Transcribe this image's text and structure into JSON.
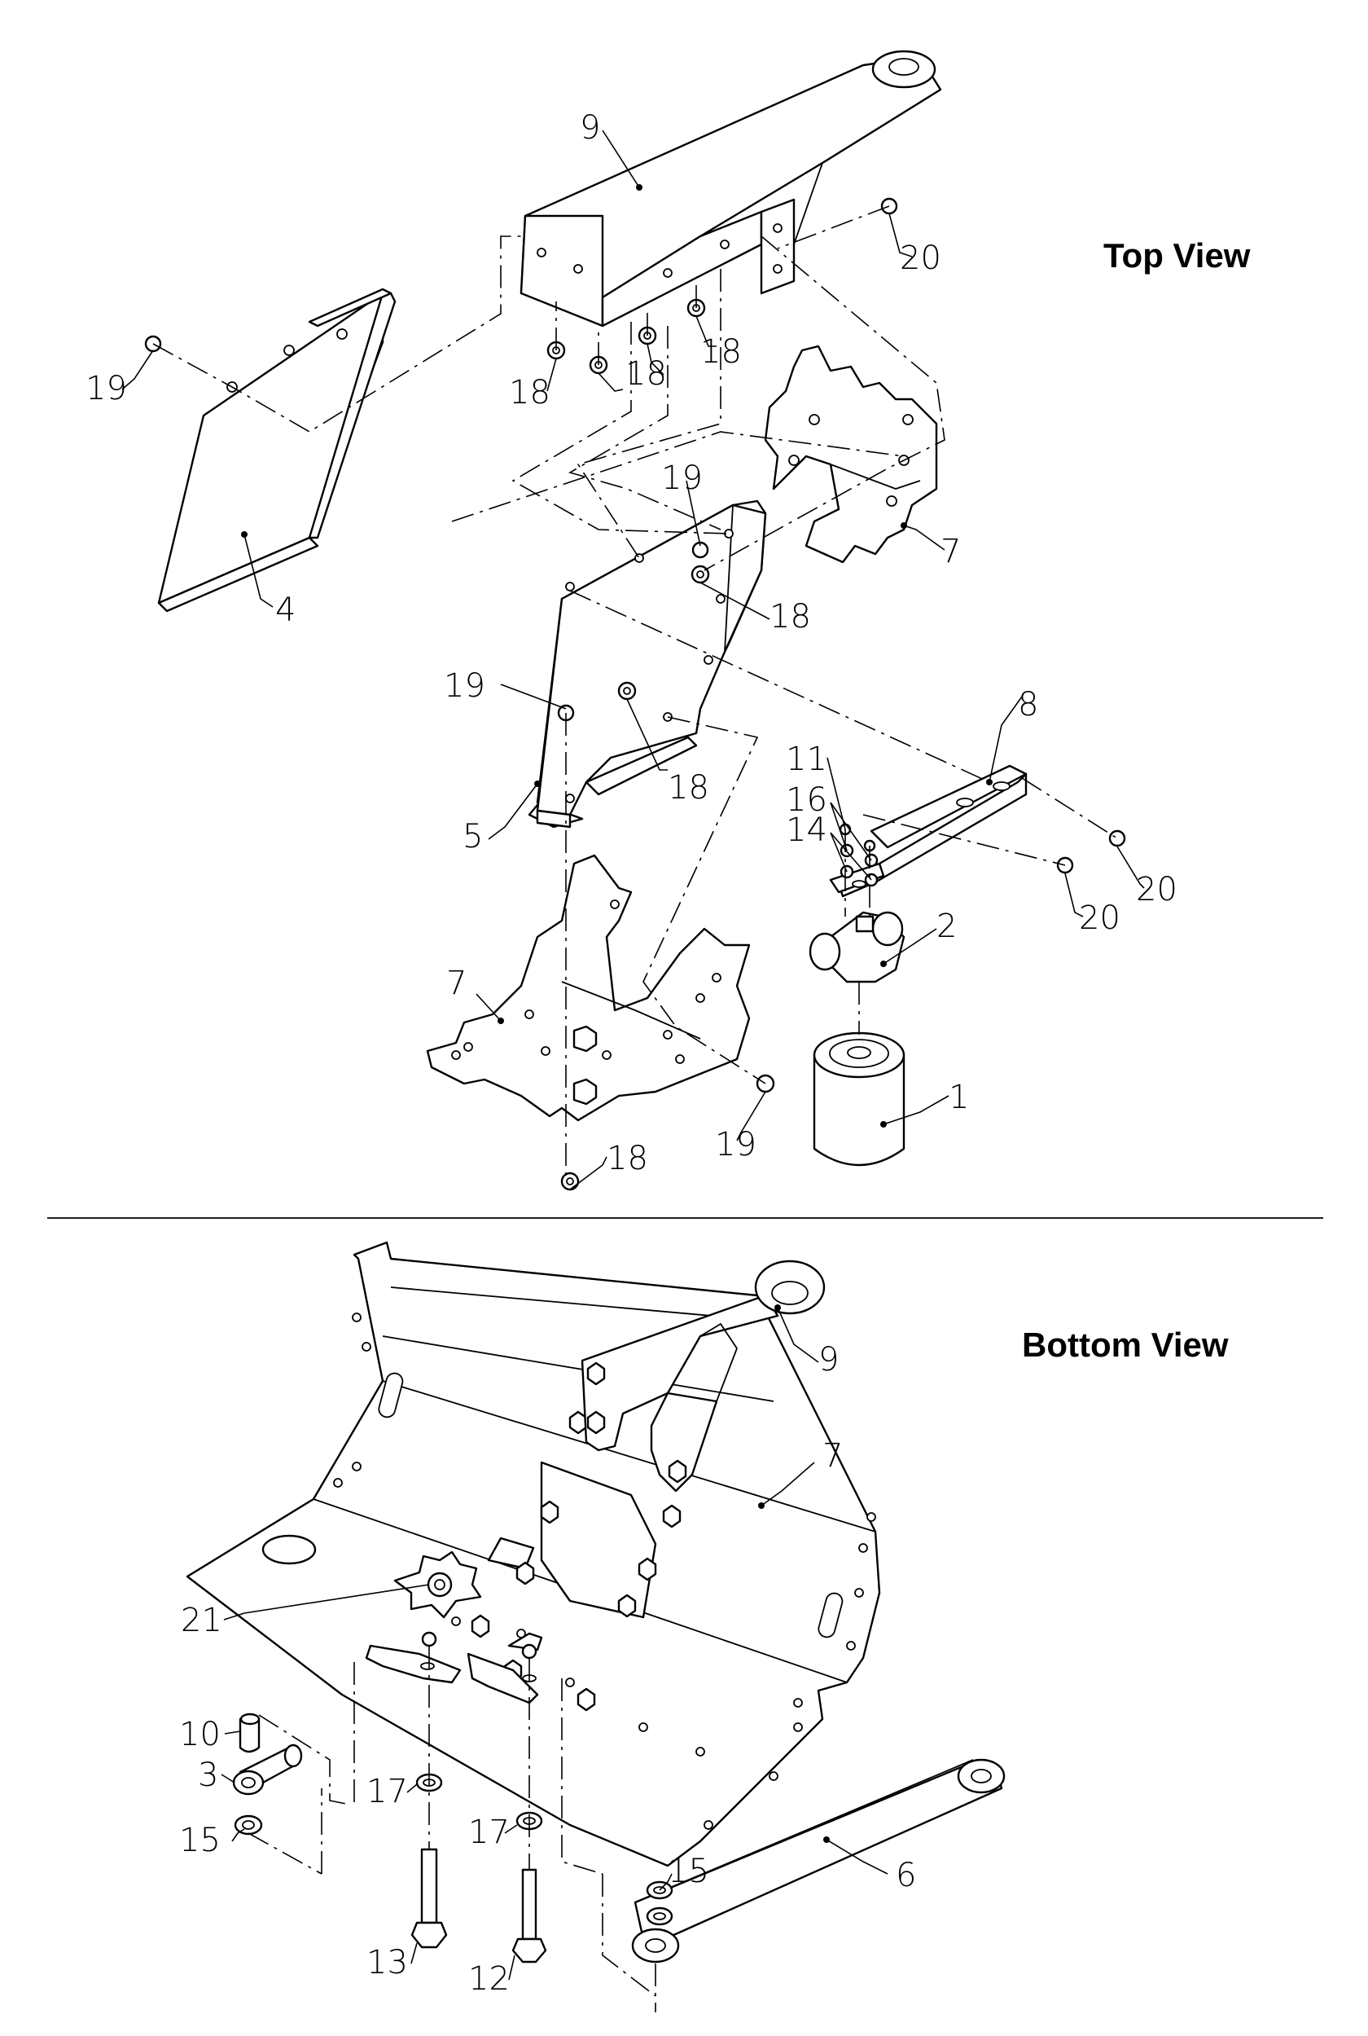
{
  "views": {
    "top": {
      "title": "Top View"
    },
    "bottom": {
      "title": "Bottom View"
    }
  },
  "callouts": {
    "top": {
      "part_9": "9",
      "part_20_upper": "20",
      "part_19_left": "19",
      "part_18_a": "18",
      "part_18_b": "18",
      "part_18_c": "18",
      "part_19_mid": "19",
      "part_7_upper": "7",
      "part_4": "4",
      "part_18_d": "18",
      "part_19_lower": "19",
      "part_8": "8",
      "part_11": "11",
      "part_16": "16",
      "part_14": "14",
      "part_18_e": "18",
      "part_5": "5",
      "part_20_right": "20",
      "part_20_lower": "20",
      "part_2": "2",
      "part_7_lower": "7",
      "part_19_bottom": "19",
      "part_1": "1",
      "part_18_bottom": "18"
    },
    "bottom": {
      "part_9": "9",
      "part_7": "7",
      "part_21": "21",
      "part_10": "10",
      "part_3": "3",
      "part_15_left": "15",
      "part_17_left": "17",
      "part_17_right": "17",
      "part_15_right": "15",
      "part_6": "6",
      "part_13": "13",
      "part_12": "12"
    }
  }
}
